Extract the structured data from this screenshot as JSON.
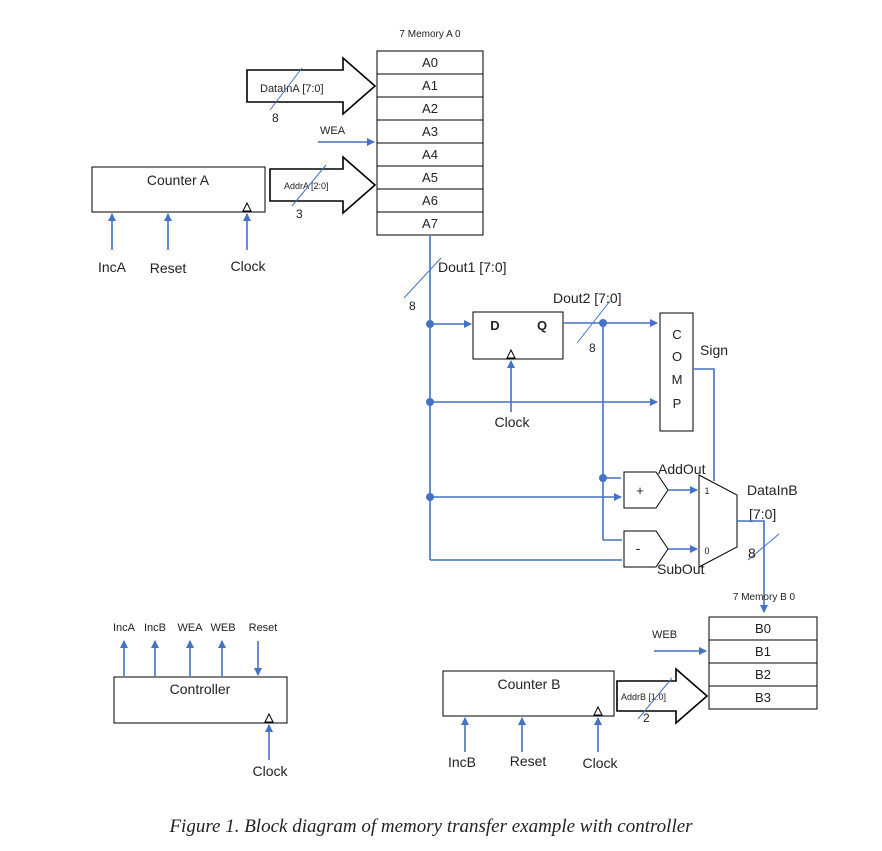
{
  "memory_a": {
    "header": "7   Memory A   0",
    "cells": [
      "A0",
      "A1",
      "A2",
      "A3",
      "A4",
      "A5",
      "A6",
      "A7"
    ]
  },
  "memory_b": {
    "header": "7   Memory B   0",
    "cells": [
      "B0",
      "B1",
      "B2",
      "B3"
    ]
  },
  "counter_a": {
    "title": "Counter A",
    "inputs": [
      "IncA",
      "Reset",
      "Clock"
    ]
  },
  "counter_b": {
    "title": "Counter B",
    "inputs": [
      "IncB",
      "Reset",
      "Clock"
    ]
  },
  "controller": {
    "title": "Controller",
    "outputs": [
      "IncA",
      "IncB",
      "WEA",
      "WEB",
      "Reset"
    ],
    "clock": "Clock"
  },
  "flipflop": {
    "d": "D",
    "q": "Q",
    "clock": "Clock"
  },
  "comp": {
    "letters": [
      "C",
      "O",
      "M",
      "P"
    ],
    "sign": "Sign"
  },
  "adder": {
    "symbol": "+",
    "label": "AddOut"
  },
  "subtractor": {
    "symbol": "-",
    "label": "SubOut"
  },
  "mux": {
    "in1": "1",
    "in0": "0",
    "out_label_1": "DataInB",
    "out_label_2": "[7:0]",
    "out_width": "8"
  },
  "signals": {
    "data_in_a": "DataInA [7:0]",
    "data_in_a_width": "8",
    "wea": "WEA",
    "addr_a": "AddrA [2:0]",
    "addr_a_width": "3",
    "dout1": "Dout1 [7:0]",
    "dout1_width": "8",
    "dout2": "Dout2 [7:0]",
    "dout2_width": "8",
    "web": "WEB",
    "addr_b": "AddrB [1:0]",
    "addr_b_width": "2"
  },
  "caption": "Figure 1. Block diagram of memory transfer example with controller",
  "colors": {
    "wire": "#4472c4",
    "line": "#000000"
  }
}
